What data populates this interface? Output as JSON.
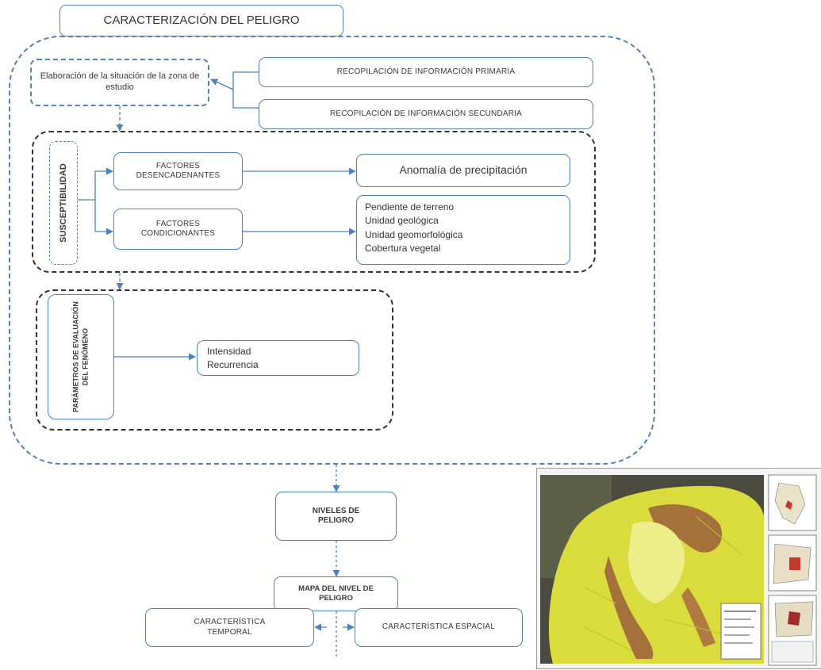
{
  "title": "CARACTERIZACIÓN DEL PELIGRO",
  "elaboracion": "Elaboración de la situación de la zona de estudio",
  "recop_primaria": "RECOPILACIÓN DE INFORMACIÓN PRIMARIA",
  "recop_secundaria": "RECOPILACIÓN DE INFORMACIÓN SECUNDARIA",
  "susceptibilidad": "SUSCEPTIBILIDAD",
  "factores_desencadenantes": "FACTORES DESENCADENANTES",
  "factores_condicionantes": "FACTORES CONDICIONANTES",
  "anomalia": "Anomalía de precipitación",
  "condicionantes_items": [
    "Pendiente de terreno",
    "Unidad geológica",
    "Unidad geomorfológica",
    "Cobertura vegetal"
  ],
  "parametros": "PARÁMETROS DE EVALUACIÓN DEL FENÓMENO",
  "parametros_items": [
    "Intensidad",
    "Recurrencia"
  ],
  "niveles": "NIVELES DE PELIGRO",
  "mapa": "MAPA DEL NIVEL DE PELIGRO",
  "temporal": "CARACTERÍSTICA TEMPORAL",
  "espacial": "CARACTERÍSTICA ESPACIAL",
  "colors": {
    "box_border": "#4f81bd",
    "connector": "#4f81bd",
    "map_yellow": "#d9dc3c",
    "map_brown": "#a5713a",
    "map_dark": "#4a4a3e"
  }
}
